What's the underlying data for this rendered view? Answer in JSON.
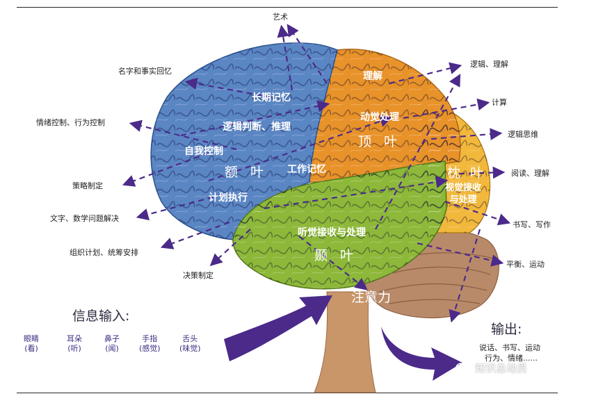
{
  "inner": {
    "long_term_memory": "长期记忆",
    "logic_reasoning": "逻辑判断、推理",
    "self_control": "自我控制",
    "frontal_lobe": "额 叶",
    "working_memory": "工作记忆",
    "planning_execution": "计划执行",
    "understanding": "理解",
    "motor_processing": "动觉处理",
    "parietal_lobe": "顶 叶",
    "occipital_lobe": "枕 叶",
    "visual_processing": "视觉接收\n与处理",
    "auditory_processing": "听觉接收与处理",
    "temporal_lobe": "颞 叶",
    "attention": "注意力"
  },
  "outer": {
    "art": "艺术",
    "name_recall": "名字和事实回忆",
    "emotion_control": "情绪控制、行为控制",
    "strategy": "策略制定",
    "problem_solving": "文字、数学问题解决",
    "planning": "组织计划、统筹安排",
    "decision": "决策制定",
    "logic_understanding": "逻辑、理解",
    "calculation": "计算",
    "logical_thinking": "逻辑思维",
    "reading": "阅读、理解",
    "writing": "书写、写作",
    "balance": "平衡、运动"
  },
  "input": {
    "title": "信息输入:",
    "senses": [
      {
        "name": "眼睛",
        "sub": "(看)"
      },
      {
        "name": "耳朵",
        "sub": "(听)"
      },
      {
        "name": "鼻子",
        "sub": "(闻)"
      },
      {
        "name": "手指",
        "sub": "(感觉)"
      },
      {
        "name": "舌头",
        "sub": "(味觉)"
      }
    ]
  },
  "output": {
    "title": "输出:",
    "line1": "说话、书写、运动",
    "line2": "行为、情绪......"
  },
  "watermark": "知识总动员",
  "colors": {
    "frontal": "#5b86c4",
    "parietal": "#e8922a",
    "occipital": "#f2b83c",
    "temporal": "#8db83a",
    "cerebellum": "#b98a6a",
    "stem": "#c9966a",
    "arrows": "#4b2a8a"
  }
}
